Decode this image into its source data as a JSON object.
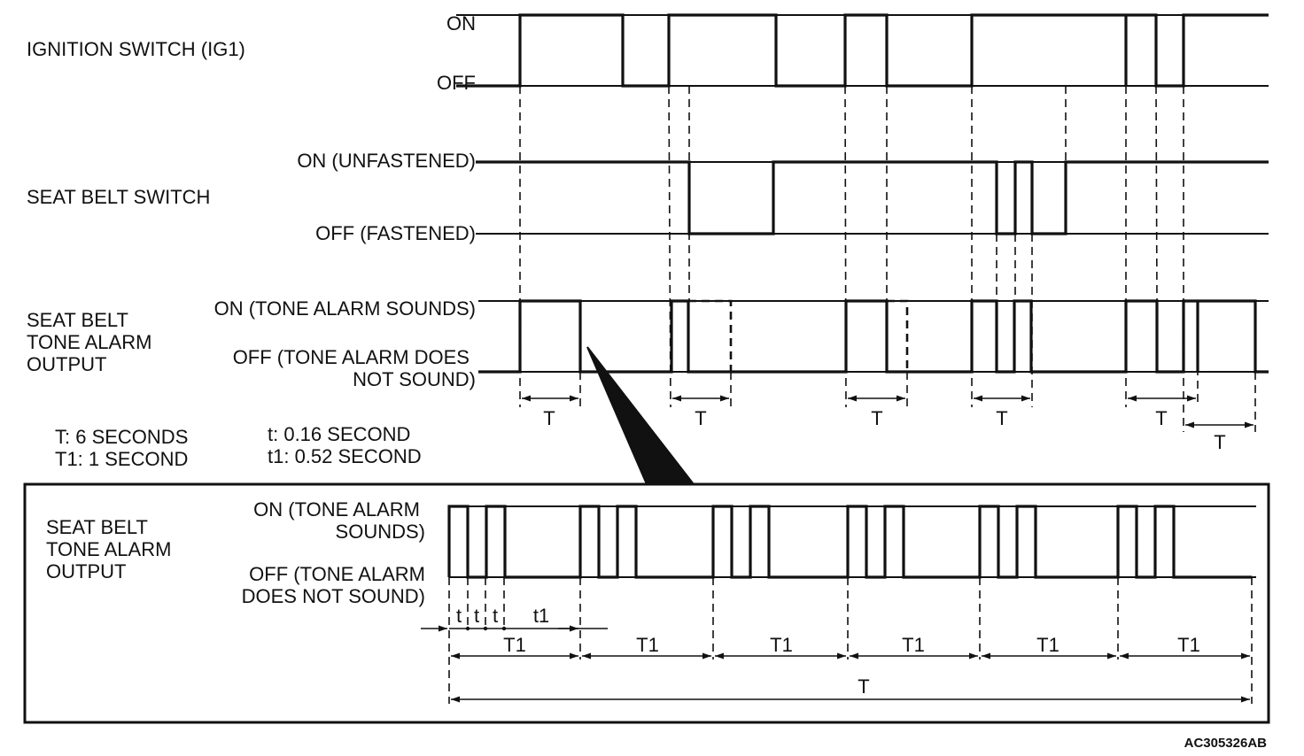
{
  "labels": {
    "ignition_switch": "IGNITION SWITCH (IG1)",
    "ig_on": "ON",
    "ig_off": "OFF",
    "seat_belt_switch": "SEAT BELT SWITCH",
    "sb_on": "ON (UNFASTENED)",
    "sb_off": "OFF (FASTENED)",
    "alarm_line1": "SEAT BELT",
    "alarm_line2": "TONE ALARM",
    "alarm_line3": "OUTPUT",
    "alarm_on": "ON (TONE ALARM SOUNDS)",
    "alarm_off_1": "OFF (TONE ALARM DOES",
    "alarm_off_2": "NOT SOUND)",
    "inset_on_1": "ON (TONE ALARM",
    "inset_on_2": "SOUNDS)",
    "inset_off_1": "OFF (TONE ALARM",
    "inset_off_2": "DOES NOT SOUND)",
    "figure_id": "AC305326AB"
  },
  "legend": {
    "T": "T: 6 SECONDS",
    "T1": "T1: 1 SECOND",
    "t": "t: 0.16 SECOND",
    "t1": "t1: 0.52 SECOND"
  },
  "dims": {
    "T": "T",
    "T1": "T1",
    "t": "t",
    "t1": "t1"
  }
}
